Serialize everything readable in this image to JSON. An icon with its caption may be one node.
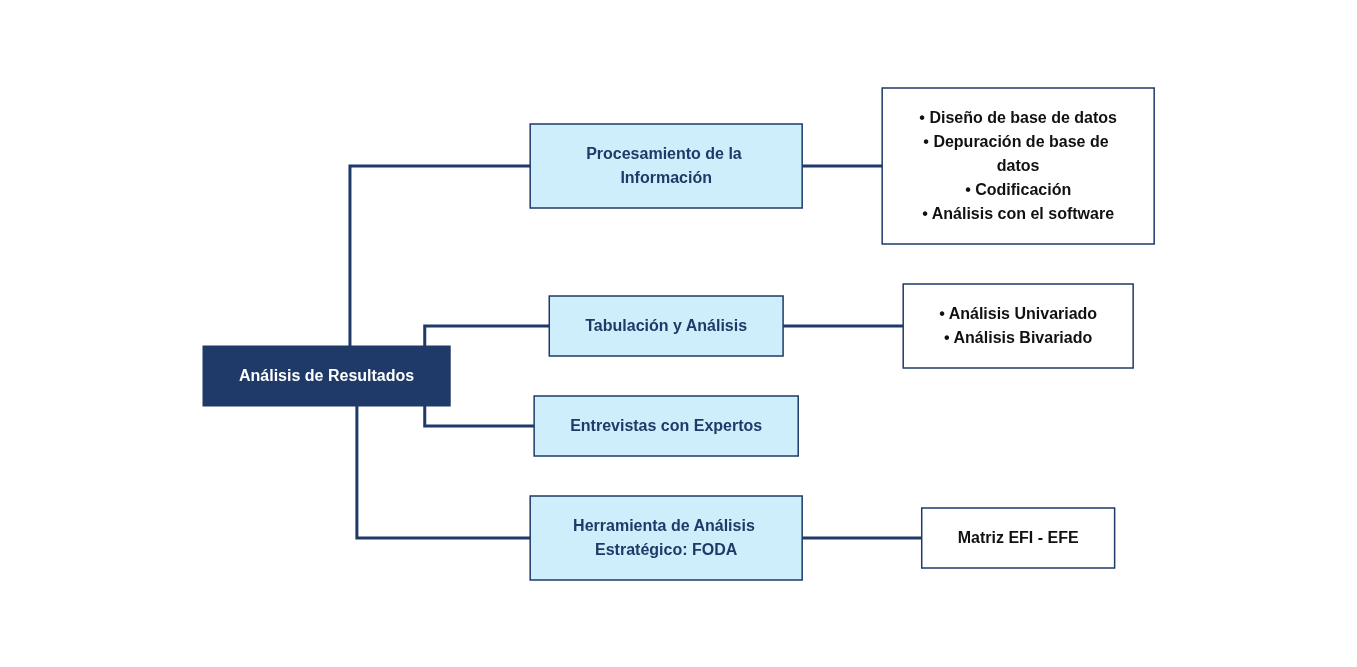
{
  "diagram": {
    "nodes": [
      {
        "text": [
          "Análisis de Resultados"
        ]
      },
      {
        "text": [
          "Procesamiento de la Información"
        ]
      },
      {
        "text": [
          "• Diseño de base de datos",
          "• Depuración de base de datos",
          "• Codificación",
          "• Análisis con el software"
        ]
      },
      {
        "text": [
          "Tabulación y Análisis"
        ]
      },
      {
        "text": [
          "• Análisis Univariado",
          "• Análisis Bivariado"
        ]
      },
      {
        "text": [
          "Entrevistas con Expertos"
        ]
      },
      {
        "text": [
          "Herramienta de Análisis Estratégico: FODA"
        ]
      },
      {
        "text": [
          "Matriz EFI - EFE"
        ]
      }
    ],
    "edges": [
      {
        "from": 0,
        "to": 1,
        "arrow": "none"
      },
      {
        "from": 0,
        "to": 3,
        "arrow": "none"
      },
      {
        "from": 0,
        "to": 5,
        "arrow": "none"
      },
      {
        "from": 0,
        "to": 6,
        "arrow": "none"
      },
      {
        "from": 1,
        "to": 2,
        "arrow": "none"
      },
      {
        "from": 3,
        "to": 4,
        "arrow": "none"
      },
      {
        "from": 6,
        "to": 7,
        "arrow": "none"
      }
    ]
  }
}
